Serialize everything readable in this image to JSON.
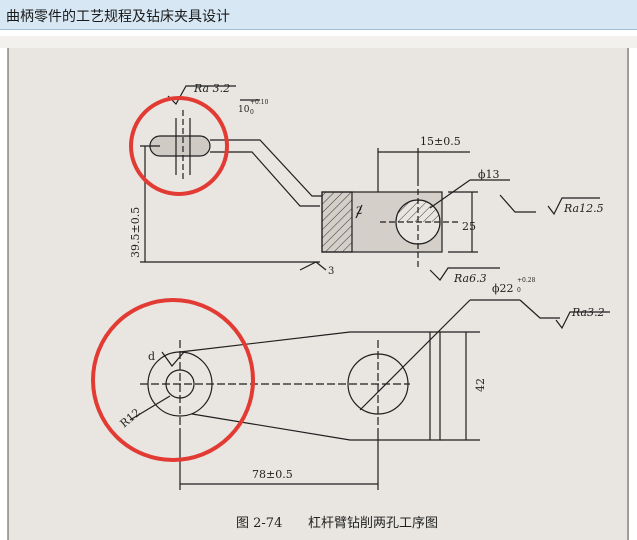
{
  "header": {
    "title": "曲柄零件的工艺规程及钻床夹具设计"
  },
  "figure": {
    "caption_number": "图 2-74",
    "caption_text": "杠杆臂钻削两孔工序图",
    "dimensions": {
      "ra_top": "Ra 3.2",
      "tol_top": "10",
      "tol_top_sup": "+0.10",
      "tol_top_sub": "0",
      "dim_15": "15±0.5",
      "dim_phi13": "ϕ13",
      "ra_12_5": "Ra12.5",
      "dim_25": "25",
      "dim_2": "2",
      "dim_3": "3",
      "ra_6_3": "Ra6.3",
      "dim_phi22": "ϕ22",
      "phi22_sup": "+0.28",
      "phi22_sub": "0",
      "ra_3_2_right": "Ra3.2",
      "dim_39_5": "39.5±0.5",
      "dim_42": "42",
      "dim_r12": "R12",
      "dim_d": "d",
      "dim_78": "78±0.5"
    },
    "highlight_color": "#e23b34",
    "line_color": "#1f1f1f"
  }
}
